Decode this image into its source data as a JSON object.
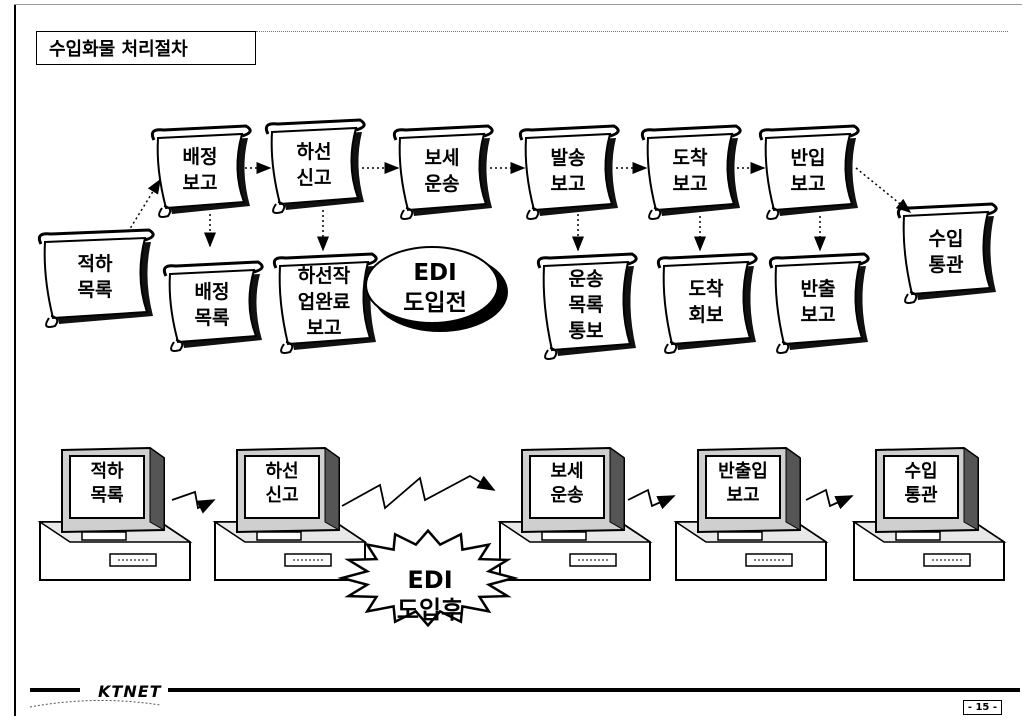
{
  "header": {
    "title": "수입화물 처리절차"
  },
  "before_edi": {
    "label": "EDI\n도입전",
    "main_flow": [
      {
        "id": "jeokha",
        "label": "적하\n목록"
      },
      {
        "id": "baejeong",
        "label": "배정\n보고"
      },
      {
        "id": "haseon",
        "label": "하선\n신고"
      },
      {
        "id": "bose",
        "label": "보세\n운송"
      },
      {
        "id": "balsong",
        "label": "발송\n보고"
      },
      {
        "id": "dochak",
        "label": "도착\n보고"
      },
      {
        "id": "banip",
        "label": "반입\n보고"
      },
      {
        "id": "suip",
        "label": "수입\n통관"
      }
    ],
    "sub_docs": [
      {
        "id": "baejeong-mokrok",
        "label": "배정\n목록"
      },
      {
        "id": "haseon-wanryo",
        "label": "하선작\n업완료\n보고"
      },
      {
        "id": "unsong-mokrok",
        "label": "운송\n목록\n통보"
      },
      {
        "id": "dochak-hoebo",
        "label": "도착\n회보"
      },
      {
        "id": "banchul",
        "label": "반출\n보고"
      }
    ]
  },
  "after_edi": {
    "label": "EDI\n도입후",
    "terminals": [
      {
        "id": "jeokha",
        "label": "적하\n목록"
      },
      {
        "id": "haseon",
        "label": "하선\n신고"
      },
      {
        "id": "bose",
        "label": "보세\n운송"
      },
      {
        "id": "banchulip",
        "label": "반출입\n보고"
      },
      {
        "id": "suip",
        "label": "수입\n통관"
      }
    ]
  },
  "footer": {
    "logo": "KTNET",
    "page": "- 15 -"
  },
  "colors": {
    "ink": "#000000",
    "shadow": "#1a1a1a",
    "screen": "#d8d8d8"
  }
}
